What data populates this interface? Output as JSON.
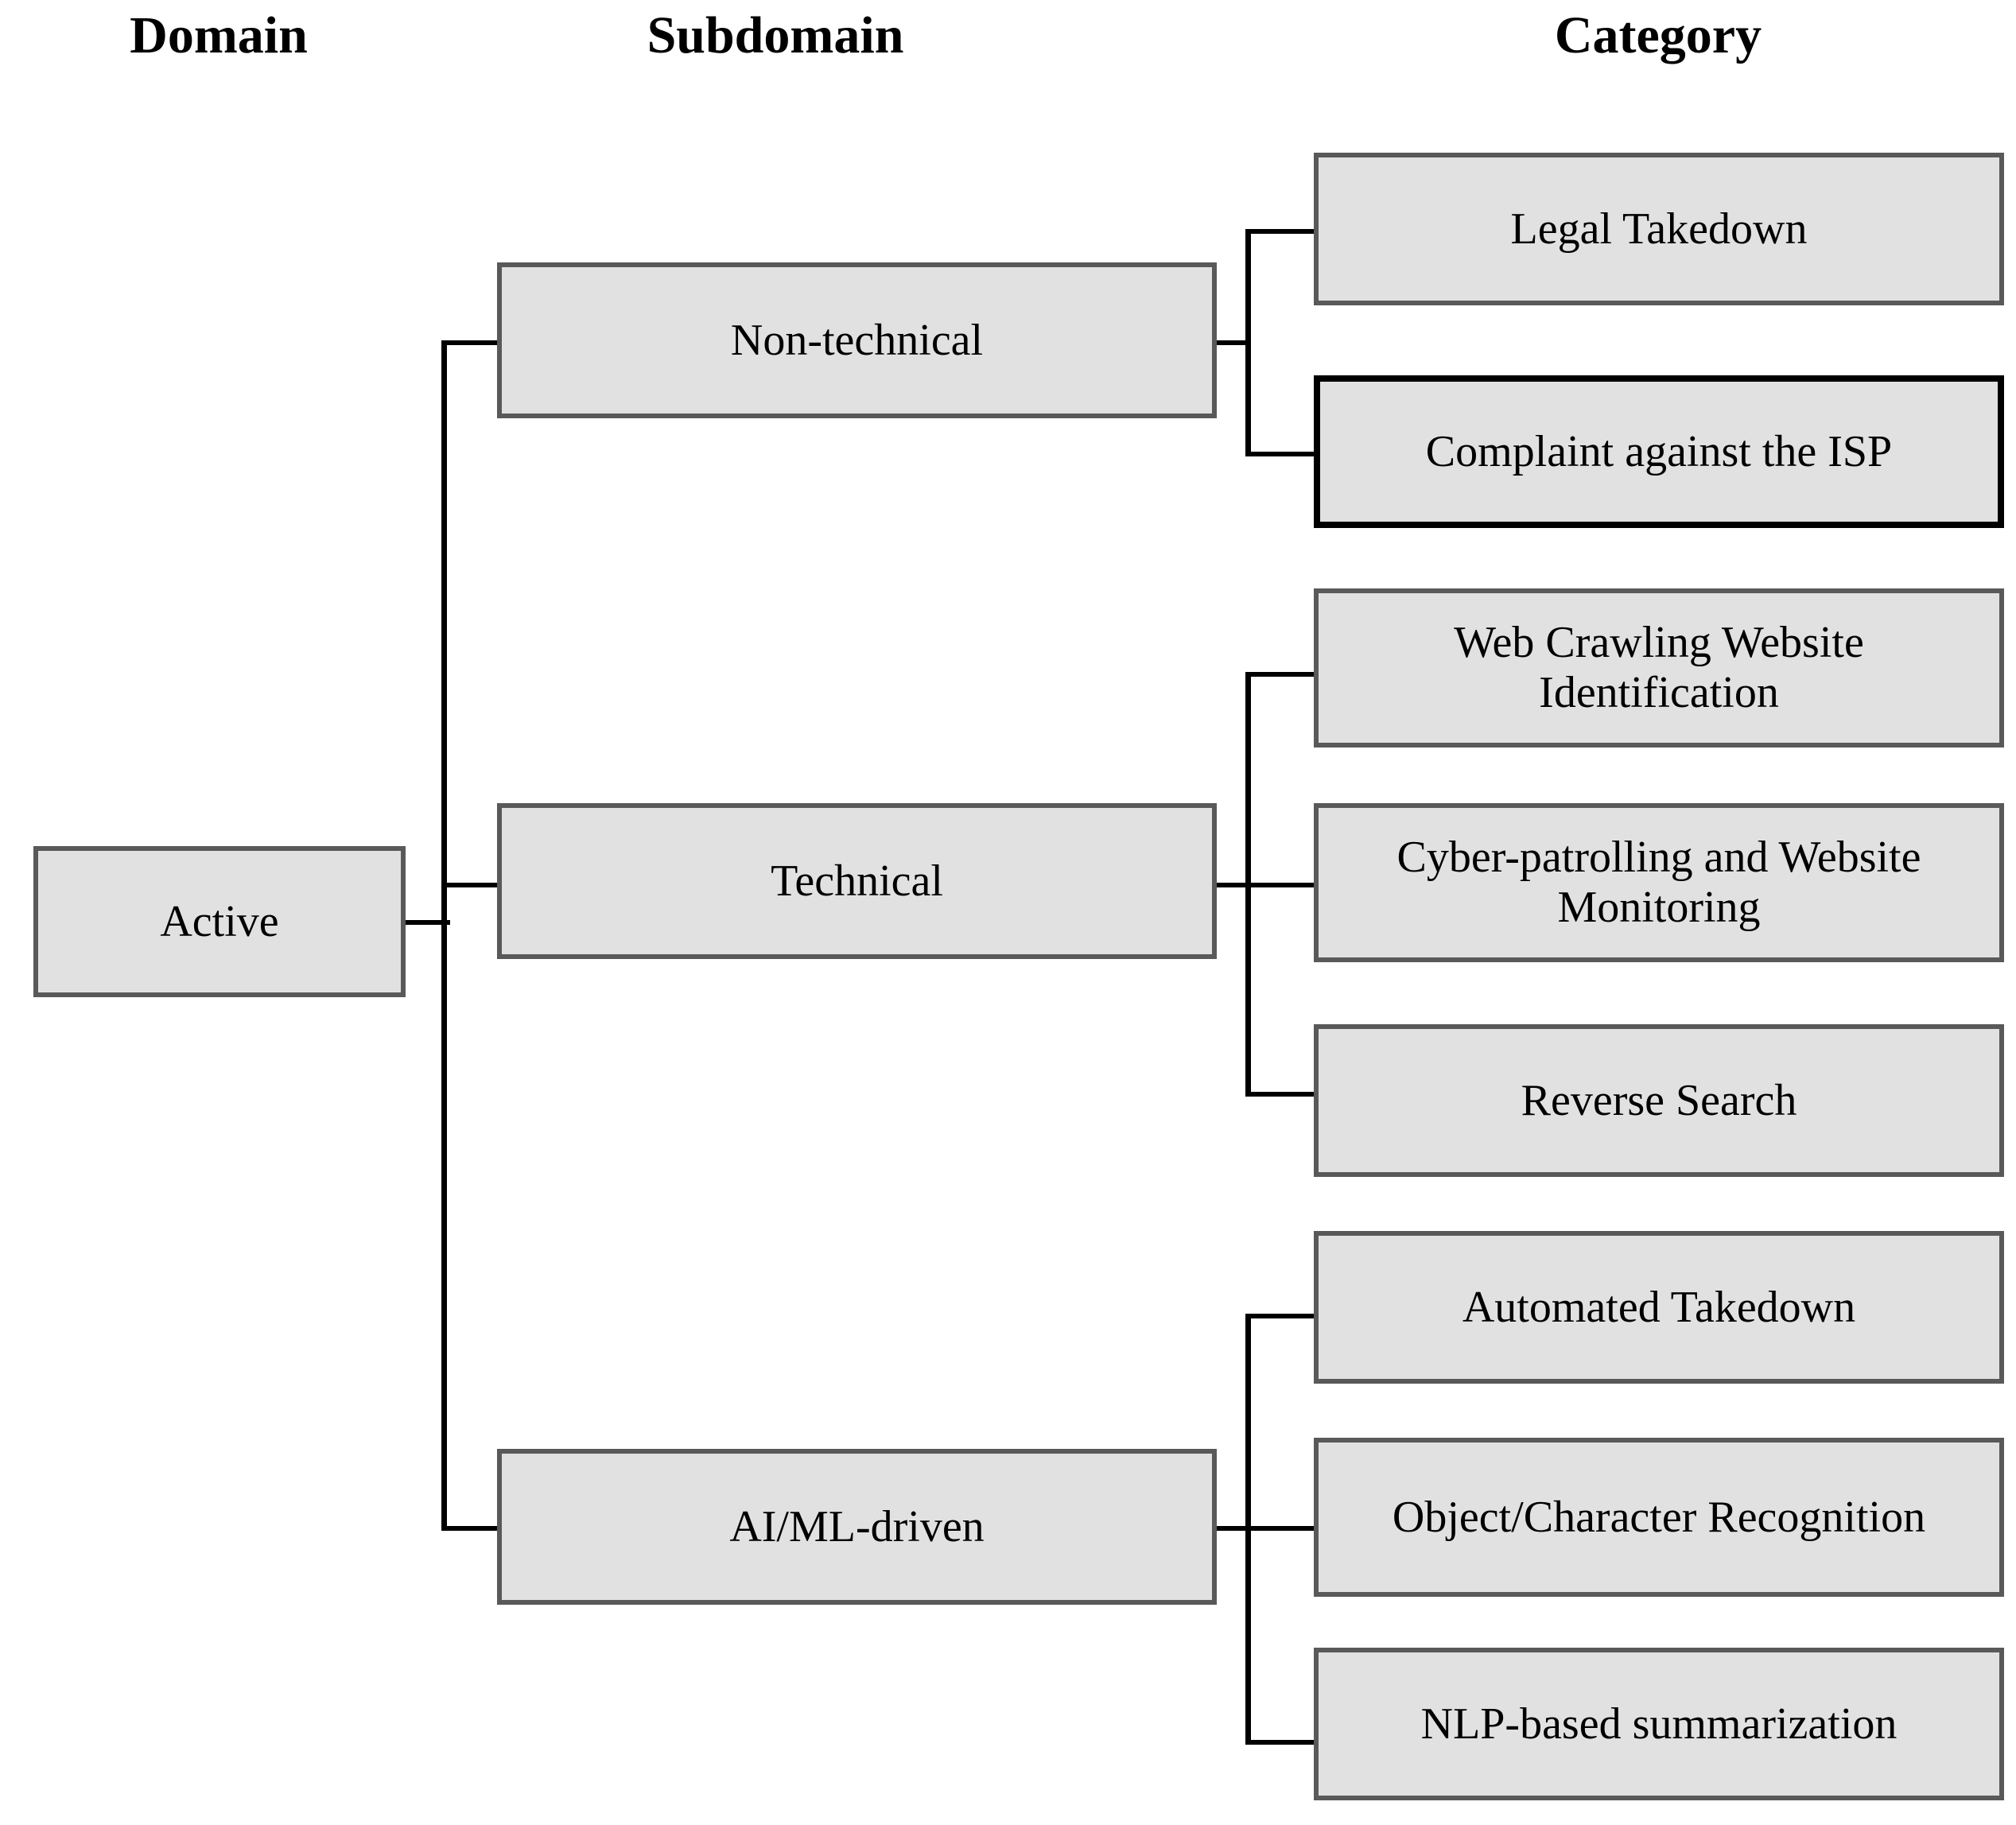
{
  "headers": [
    {
      "label": "Domain"
    },
    {
      "label": "Subdomain"
    },
    {
      "label": "Category"
    }
  ],
  "domain": {
    "label": "Active"
  },
  "subdomains": [
    {
      "label": "Non-technical"
    },
    {
      "label": "Technical"
    },
    {
      "label": "AI/ML-driven"
    }
  ],
  "categories": [
    {
      "label": "Legal Takedown"
    },
    {
      "label": "Complaint against the ISP"
    },
    {
      "label": "Web Crawling Website Identification"
    },
    {
      "label": "Cyber-patrolling and Website Monitoring"
    },
    {
      "label": "Reverse Search"
    },
    {
      "label": "Automated Takedown"
    },
    {
      "label": "Object/Character Recognition"
    },
    {
      "label": "NLP-based summarization"
    }
  ],
  "colors": {
    "node_fill": "#e1e1e1",
    "node_border": "#595959",
    "node_border_dark": "#000000",
    "line": "#000000",
    "text": "#000000",
    "background": "#ffffff"
  },
  "chart_data": {
    "type": "tree",
    "title": "",
    "levels": [
      "Domain",
      "Subdomain",
      "Category"
    ],
    "root": "Active",
    "branches": [
      {
        "subdomain": "Non-technical",
        "categories": [
          "Legal Takedown",
          "Complaint against the ISP"
        ]
      },
      {
        "subdomain": "Technical",
        "categories": [
          "Web Crawling Website Identification",
          "Cyber-patrolling and Website Monitoring",
          "Reverse Search"
        ]
      },
      {
        "subdomain": "AI/ML-driven",
        "categories": [
          "Automated Takedown",
          "Object/Character Recognition",
          "NLP-based summarization"
        ]
      }
    ]
  }
}
